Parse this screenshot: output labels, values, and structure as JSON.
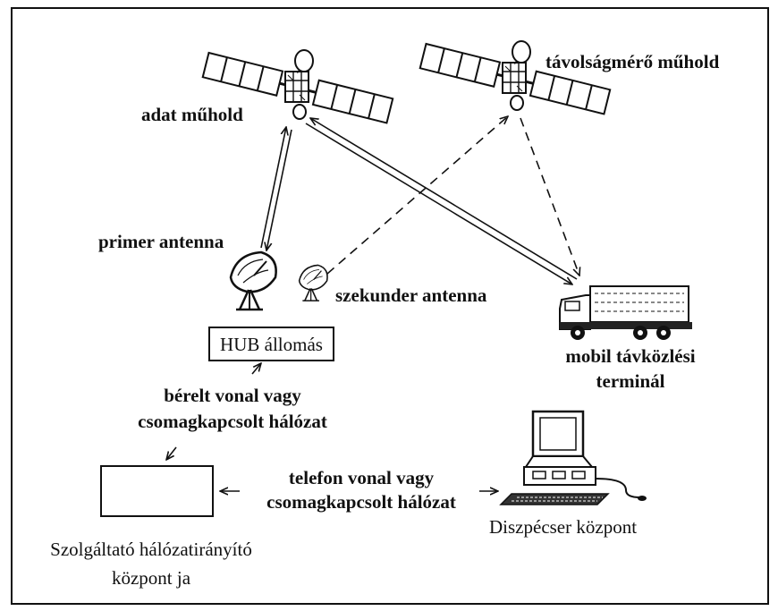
{
  "labels": {
    "data_satellite": "adat műhold",
    "ranging_satellite": "távolságmérő műhold",
    "primary_antenna": "primer antenna",
    "secondary_antenna": "szekunder antenna",
    "hub_station": "HUB állomás",
    "mobile_terminal_line1": "mobil távközlési",
    "mobile_terminal_line2": "terminál",
    "leased_line_line1": "bérelt vonal vagy",
    "leased_line_line2": "csomagkapcsolt hálózat",
    "phone_line_line1": "telefon vonal vagy",
    "phone_line_line2": "csomagkapcsolt hálózat",
    "dispatcher_center": "Diszpécser központ",
    "provider_line1": "Szolgáltató hálózatirányító",
    "provider_line2": "központ ja"
  },
  "colors": {
    "ink": "#111111",
    "background": "#ffffff"
  },
  "icons": [
    "satellite-icon",
    "dish-antenna-icon",
    "truck-icon",
    "computer-terminal-icon"
  ]
}
